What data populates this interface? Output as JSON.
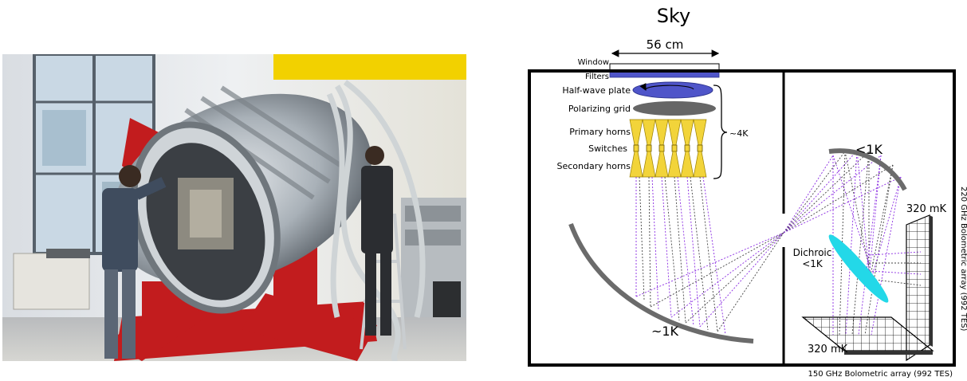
{
  "photo": {
    "description": "Instrument cryostat on red mount in laboratory with two people working on it"
  },
  "diagram": {
    "sky": "Sky",
    "aperture": "56 cm",
    "window": "Window",
    "filters": "Filters",
    "half_wave_plate": "Half-wave plate",
    "polarizing_grid": "Polarizing grid",
    "primary_horns": "Primary horns",
    "switches": "Switches",
    "secondary_horns": "Secondary horns",
    "temp_4k": "~4K",
    "temp_mirror_lower": "~1K",
    "temp_mirror_upper": "<1K",
    "dichroic": "Dichroic",
    "dichroic_temp": "<1K",
    "det_vertical_temp": "320 mK",
    "det_horizontal_temp": "320 mK",
    "array_220": "220 GHz Bolometric array (992 TES)",
    "array_150": "150 GHz Bolometric array (992 TES)",
    "colors": {
      "hwp": "#4f55c9",
      "grid": "#666666",
      "horn": "#f2d43a",
      "dichroic": "#23d8e8",
      "ray_purple": "#8a2be2",
      "ray_dark": "#444444",
      "mirror": "#6b6b6b"
    }
  }
}
